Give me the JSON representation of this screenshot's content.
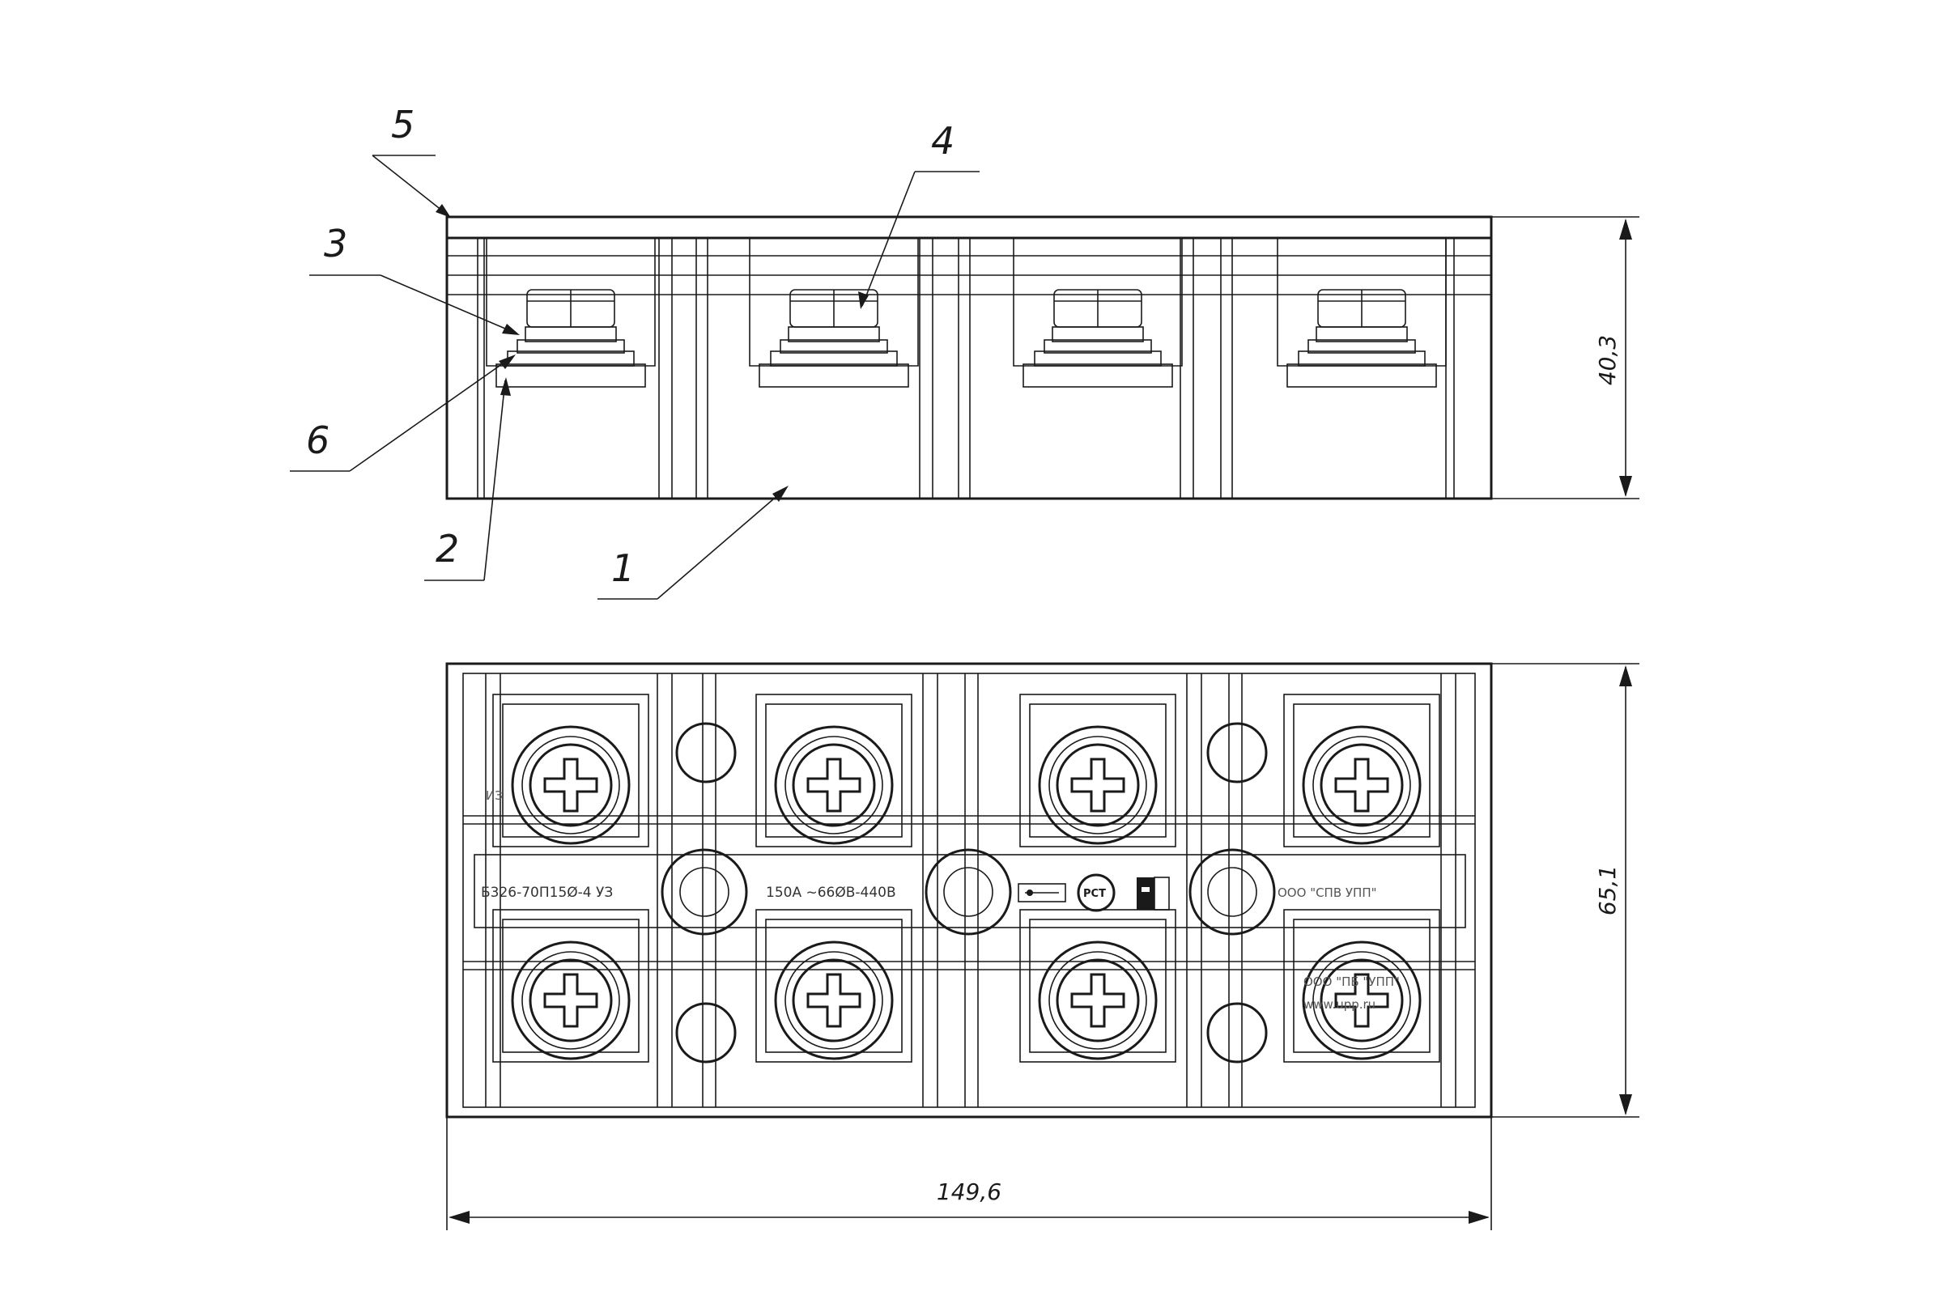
{
  "callouts": {
    "c1": "1",
    "c2": "2",
    "c3": "3",
    "c4": "4",
    "c5": "5",
    "c6": "6"
  },
  "dimensions": {
    "height_side": "40,3",
    "height_top": "65,1",
    "width": "149,6"
  },
  "markings": {
    "type_code": "Б326-70П15Ø-4 УЗ",
    "rating": "150А ~66ØВ-440В",
    "maker_short": "ООО \"СПВ УПП\"",
    "maker_full": "ООО \"ПБ \"УПП\"",
    "website": "www.upp.ru",
    "terminal_mark": "ИЗ"
  },
  "icons": {
    "cert": "rst-certification-mark",
    "fuse": "fuse-symbol",
    "screw": "phillips-screw"
  },
  "colors": {
    "line": "#1a1a1a",
    "background": "#ffffff"
  }
}
